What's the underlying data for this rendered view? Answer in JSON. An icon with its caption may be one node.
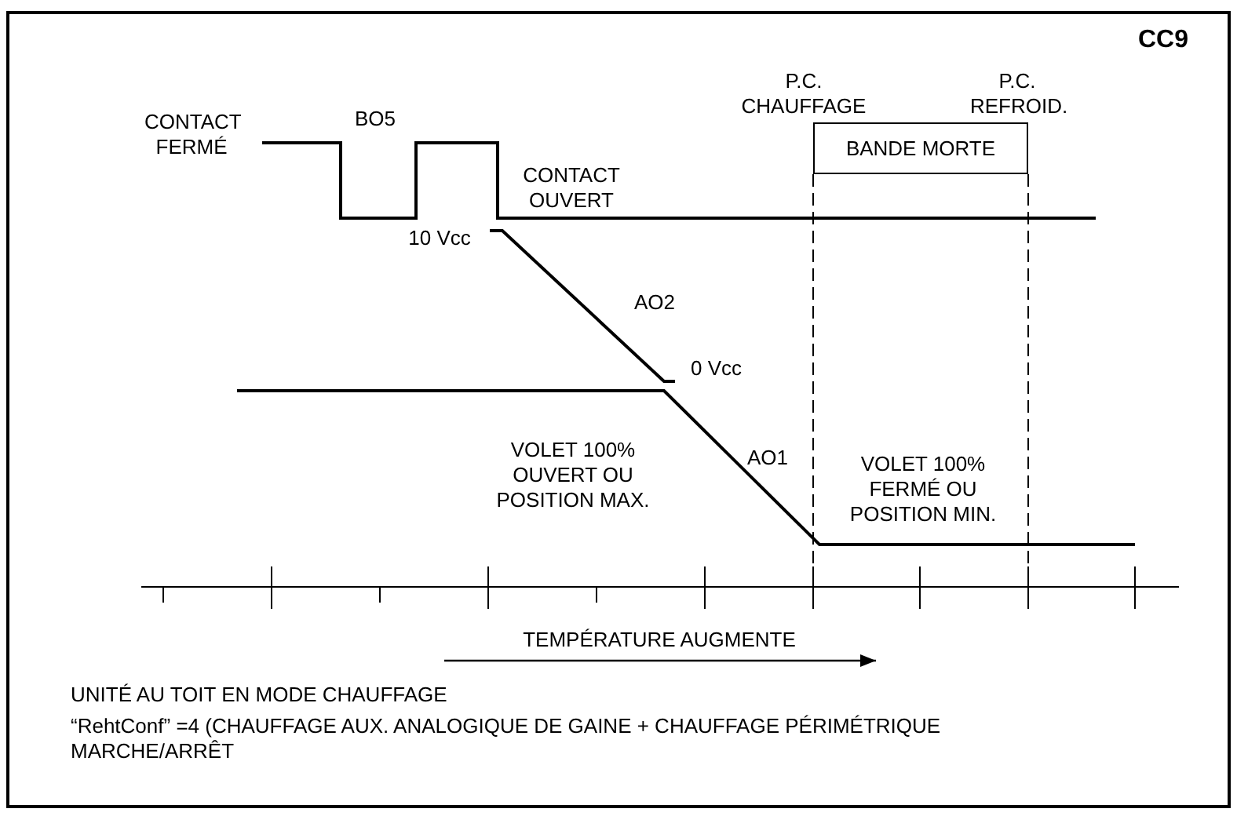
{
  "diagram": {
    "nodes": [
      {
        "text": [
          "BANDE MORTE"
        ]
      }
    ],
    "edges": [],
    "labels": [
      "CC9",
      "P.C. CHAUFFAGE",
      "P.C. REFROID.",
      "CONTACT FERMÉ",
      "BO5",
      "CONTACT OUVERT",
      "10 Vcc",
      "AO2",
      "0 Vcc",
      "VOLET 100% OUVERT OU POSITION MAX.",
      "AO1",
      "VOLET 100% FERMÉ OU POSITION MIN.",
      "TEMPÉRATURE AUGMENTE",
      "UNITÉ AU TOIT EN MODE CHAUFFAGE",
      "“RehtConf” =4 (CHAUFFAGE AUX. ANALOGIQUE DE GAINE + CHAUFFAGE PÉRIMÉTRIQUE MARCHE/ARRÊT"
    ]
  }
}
